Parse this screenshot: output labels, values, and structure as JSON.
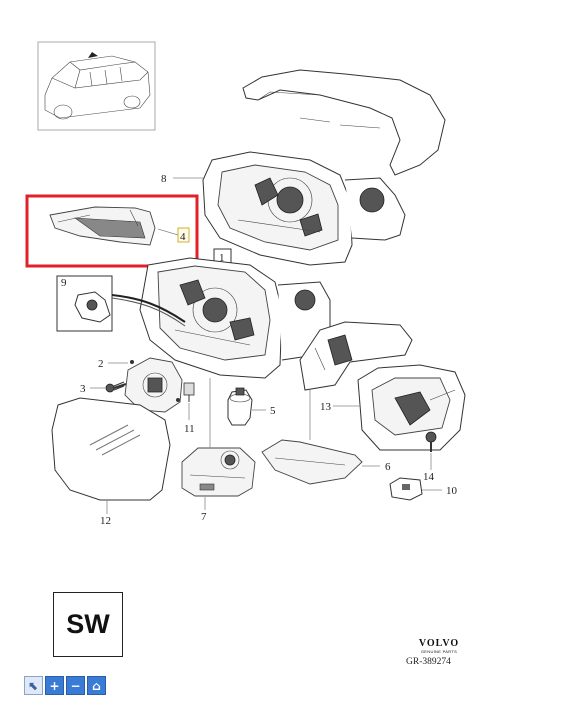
{
  "diagram": {
    "callouts": [
      {
        "id": "8",
        "label": "8"
      },
      {
        "id": "4",
        "label": "4"
      },
      {
        "id": "1",
        "label": "1"
      },
      {
        "id": "9",
        "label": "9"
      },
      {
        "id": "2",
        "label": "2"
      },
      {
        "id": "3",
        "label": "3"
      },
      {
        "id": "11",
        "label": "11"
      },
      {
        "id": "5",
        "label": "5"
      },
      {
        "id": "13",
        "label": "13"
      },
      {
        "id": "6",
        "label": "6"
      },
      {
        "id": "14",
        "label": "14"
      },
      {
        "id": "10",
        "label": "10"
      },
      {
        "id": "12",
        "label": "12"
      },
      {
        "id": "7",
        "label": "7"
      }
    ],
    "highlight_color": "#e0202a"
  },
  "badge": {
    "text": "SW"
  },
  "brand": {
    "name": "VOLVO",
    "sub": "GENUINE PARTS"
  },
  "reference": {
    "code": "GR-389274"
  },
  "toolbar": {
    "buttons": [
      {
        "name": "pointer-icon",
        "glyph": "⬉"
      },
      {
        "name": "zoom-in-icon",
        "glyph": "+"
      },
      {
        "name": "zoom-out-icon",
        "glyph": "−"
      },
      {
        "name": "home-icon",
        "glyph": "⌂"
      }
    ]
  }
}
